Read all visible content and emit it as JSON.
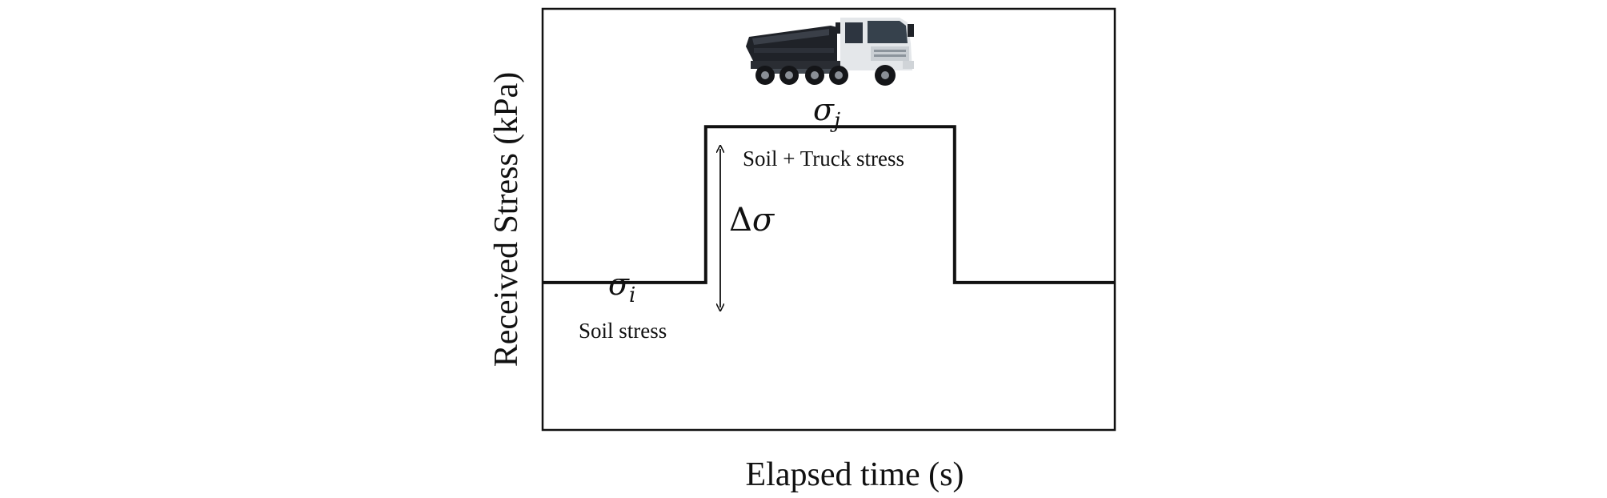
{
  "chart_data": {
    "type": "line",
    "xlabel": "Elapsed time (s)",
    "ylabel": "Received Stress (kPa)",
    "x_ticks": [],
    "y_ticks": [],
    "grid": false,
    "legend": "none",
    "series": [
      {
        "points": [
          {
            "x": 0.0,
            "y": 0.35
          },
          {
            "x": 0.285,
            "y": 0.35
          },
          {
            "x": 0.285,
            "y": 0.72
          },
          {
            "x": 0.72,
            "y": 0.72
          },
          {
            "x": 0.72,
            "y": 0.35
          },
          {
            "x": 1.0,
            "y": 0.35
          }
        ]
      }
    ],
    "annotations": {
      "sigma_i": "σi",
      "sigma_j": "σj",
      "delta_sigma": "Δσ",
      "low_level_label": "Soil stress",
      "high_level_label": "Soil + Truck stress"
    },
    "colors": {
      "line": "#111111",
      "frame": "#111111",
      "background": "#ffffff"
    },
    "icon": "dump-truck-icon"
  }
}
